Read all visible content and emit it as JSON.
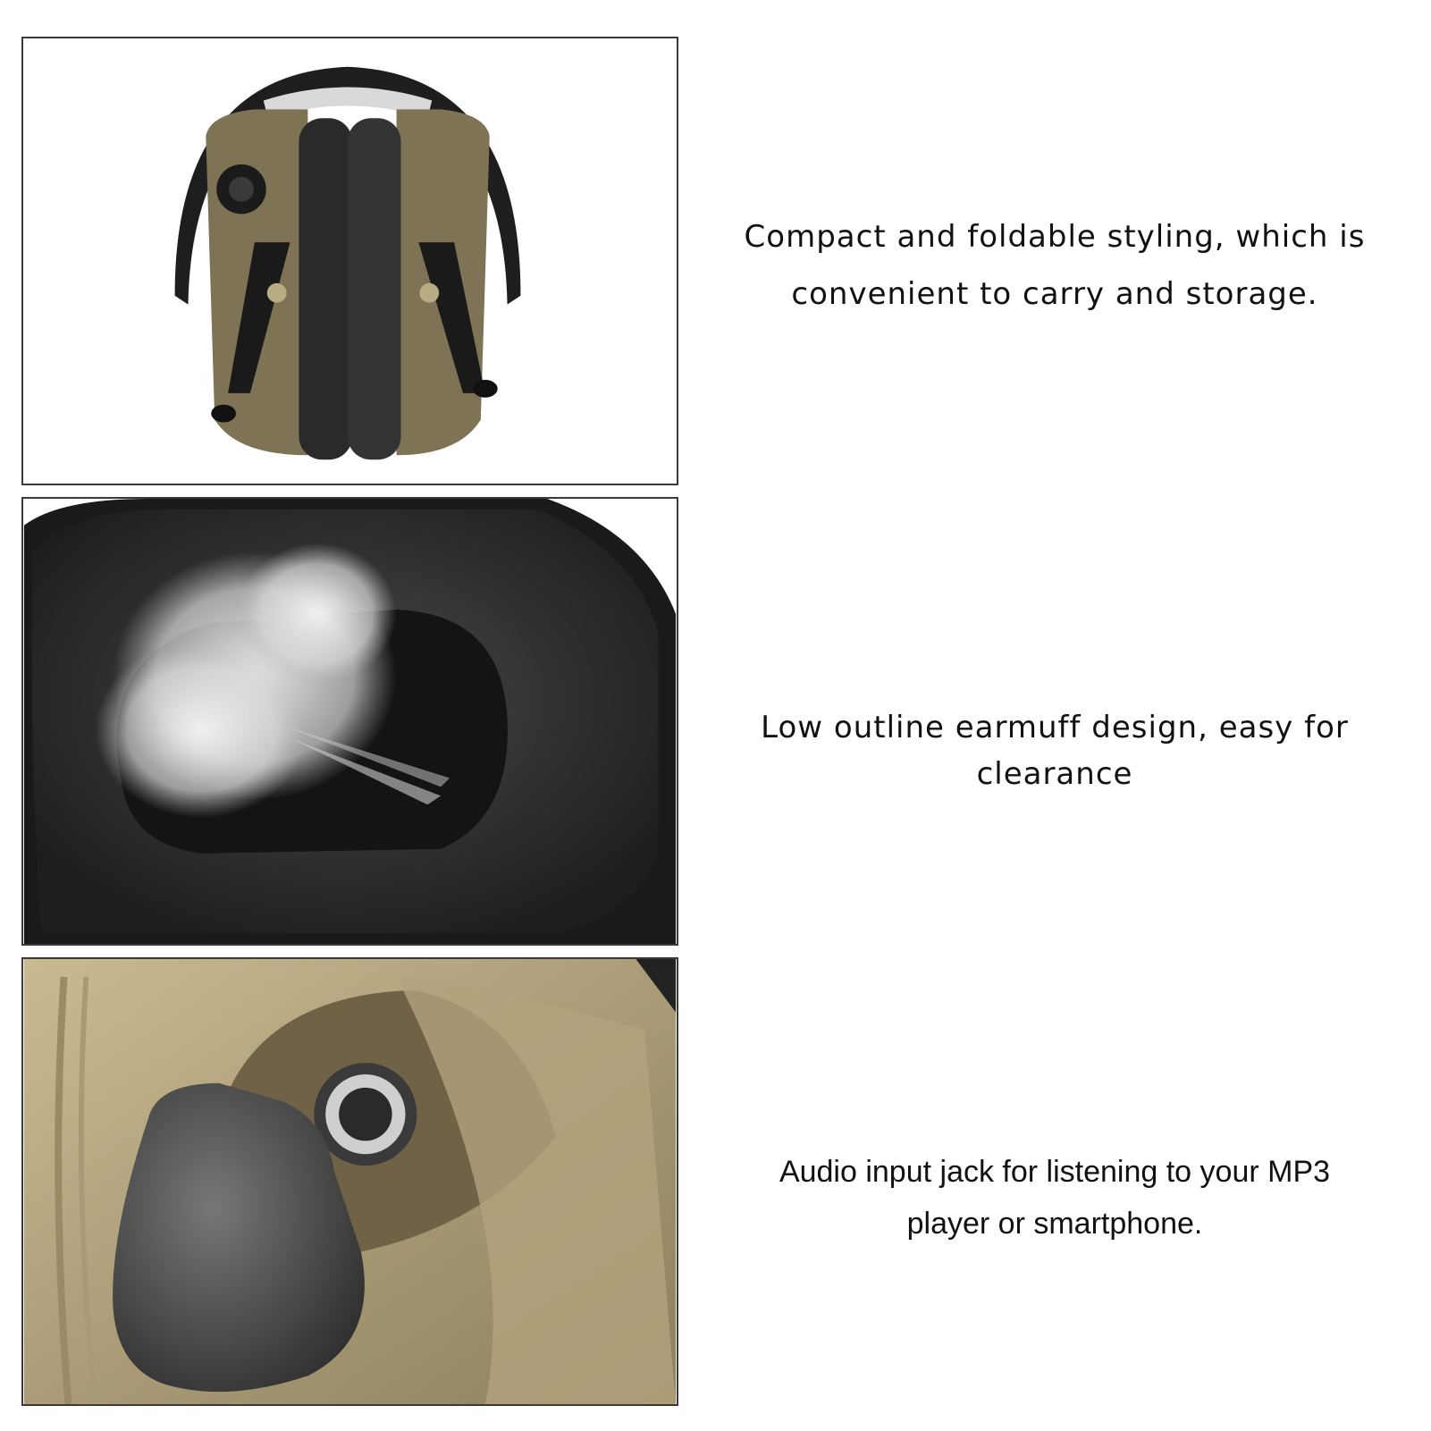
{
  "features": [
    {
      "image_subject": "folded-earmuffs",
      "caption_lines": [
        "Compact and foldable styling, which is",
        "convenient to carry and storage."
      ]
    },
    {
      "image_subject": "ear-cushion-closeup",
      "caption_lines": [
        "Low outline earmuff design, easy for",
        "clearance"
      ]
    },
    {
      "image_subject": "audio-jack-closeup",
      "caption_lines": [
        "Audio input jack for listening to your MP3",
        "player or smartphone."
      ]
    }
  ],
  "colors": {
    "panel_border": "#3a3a3a",
    "shell_tan": "#8b7d5a",
    "cushion_black": "#2b2b2b",
    "background": "#ffffff"
  }
}
